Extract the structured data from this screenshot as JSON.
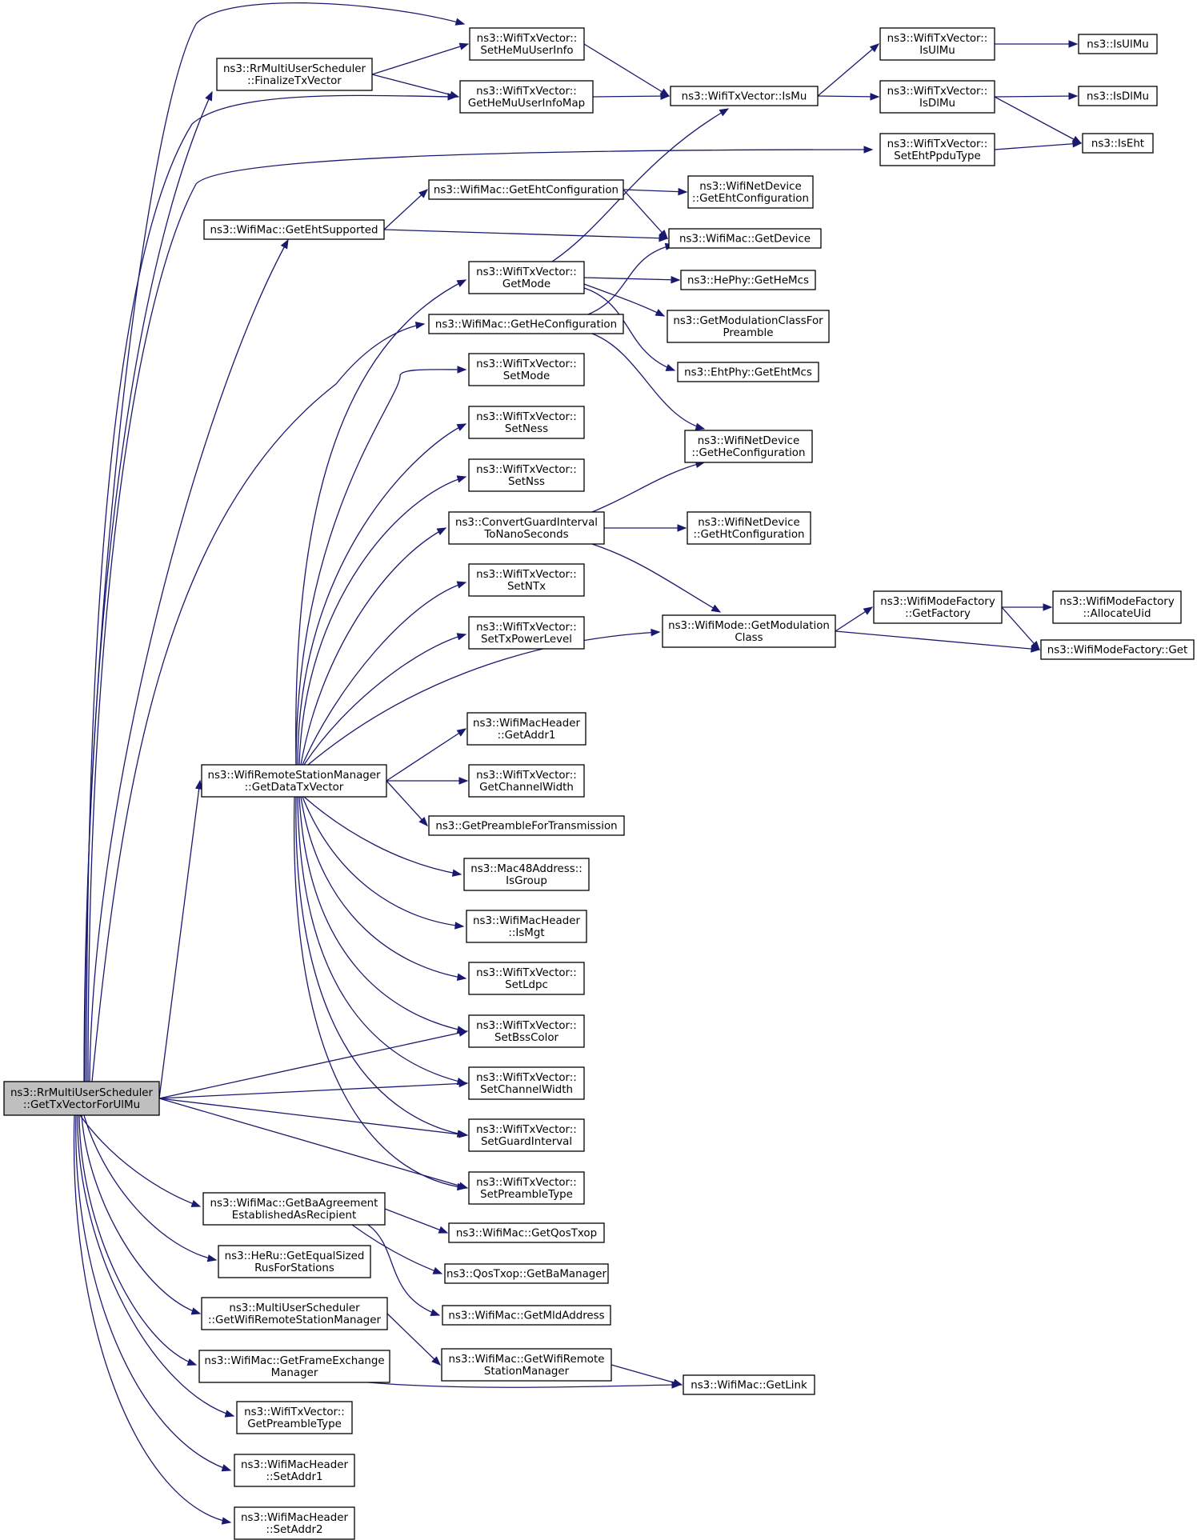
{
  "nodes": [
    {
      "id": "root",
      "lines": [
        "ns3::RrMultiUserScheduler",
        "::GetTxVectorForUlMu"
      ],
      "root": true
    },
    {
      "id": "finalize",
      "lines": [
        "ns3::RrMultiUserScheduler",
        "::FinalizeTxVector"
      ]
    },
    {
      "id": "sethemu",
      "lines": [
        "ns3::WifiTxVector::",
        "SetHeMuUserInfo"
      ]
    },
    {
      "id": "gethemumap",
      "lines": [
        "ns3::WifiTxVector::",
        "GetHeMuUserInfoMap"
      ]
    },
    {
      "id": "ismu",
      "lines": [
        "ns3::WifiTxVector::IsMu"
      ]
    },
    {
      "id": "isulmu_v",
      "lines": [
        "ns3::WifiTxVector::",
        "IsUlMu"
      ]
    },
    {
      "id": "isdlmu_v",
      "lines": [
        "ns3::WifiTxVector::",
        "IsDlMu"
      ]
    },
    {
      "id": "isulmu",
      "lines": [
        "ns3::IsUlMu"
      ]
    },
    {
      "id": "isdlmu",
      "lines": [
        "ns3::IsDlMu"
      ]
    },
    {
      "id": "seteht",
      "lines": [
        "ns3::WifiTxVector::",
        "SetEhtPpduType"
      ]
    },
    {
      "id": "iseht",
      "lines": [
        "ns3::IsEht"
      ]
    },
    {
      "id": "getehtconf",
      "lines": [
        "ns3::WifiMac::GetEhtConfiguration"
      ]
    },
    {
      "id": "netdev_eht",
      "lines": [
        "ns3::WifiNetDevice",
        "::GetEhtConfiguration"
      ]
    },
    {
      "id": "getehtsup",
      "lines": [
        "ns3::WifiMac::GetEhtSupported"
      ]
    },
    {
      "id": "getdevice",
      "lines": [
        "ns3::WifiMac::GetDevice"
      ]
    },
    {
      "id": "getmode",
      "lines": [
        "ns3::WifiTxVector::",
        "GetMode"
      ]
    },
    {
      "id": "gethemcs",
      "lines": [
        "ns3::HePhy::GetHeMcs"
      ]
    },
    {
      "id": "getheconf",
      "lines": [
        "ns3::WifiMac::GetHeConfiguration"
      ]
    },
    {
      "id": "getmodpre",
      "lines": [
        "ns3::GetModulationClassFor",
        "Preamble"
      ]
    },
    {
      "id": "getehtmcs",
      "lines": [
        "ns3::EhtPhy::GetEhtMcs"
      ]
    },
    {
      "id": "setmode",
      "lines": [
        "ns3::WifiTxVector::",
        "SetMode"
      ]
    },
    {
      "id": "setness",
      "lines": [
        "ns3::WifiTxVector::",
        "SetNess"
      ]
    },
    {
      "id": "netdev_he",
      "lines": [
        "ns3::WifiNetDevice",
        "::GetHeConfiguration"
      ]
    },
    {
      "id": "setnss",
      "lines": [
        "ns3::WifiTxVector::",
        "SetNss"
      ]
    },
    {
      "id": "convgi",
      "lines": [
        "ns3::ConvertGuardInterval",
        "ToNanoSeconds"
      ]
    },
    {
      "id": "netdev_ht",
      "lines": [
        "ns3::WifiNetDevice",
        "::GetHtConfiguration"
      ]
    },
    {
      "id": "setntx",
      "lines": [
        "ns3::WifiTxVector::",
        "SetNTx"
      ]
    },
    {
      "id": "modefactory",
      "lines": [
        "ns3::WifiModeFactory",
        "::GetFactory"
      ]
    },
    {
      "id": "allocuid",
      "lines": [
        "ns3::WifiModeFactory",
        "::AllocateUid"
      ]
    },
    {
      "id": "settxpow",
      "lines": [
        "ns3::WifiTxVector::",
        "SetTxPowerLevel"
      ]
    },
    {
      "id": "getmodclass",
      "lines": [
        "ns3::WifiMode::GetModulation",
        "Class"
      ]
    },
    {
      "id": "mfget",
      "lines": [
        "ns3::WifiModeFactory::Get"
      ]
    },
    {
      "id": "getaddr1",
      "lines": [
        "ns3::WifiMacHeader",
        "::GetAddr1"
      ]
    },
    {
      "id": "getdatatx",
      "lines": [
        "ns3::WifiRemoteStationManager",
        "::GetDataTxVector"
      ]
    },
    {
      "id": "getchw",
      "lines": [
        "ns3::WifiTxVector::",
        "GetChannelWidth"
      ]
    },
    {
      "id": "getpretx",
      "lines": [
        "ns3::GetPreambleForTransmission"
      ]
    },
    {
      "id": "isgroup",
      "lines": [
        "ns3::Mac48Address::",
        "IsGroup"
      ]
    },
    {
      "id": "ismgt",
      "lines": [
        "ns3::WifiMacHeader",
        "::IsMgt"
      ]
    },
    {
      "id": "setldpc",
      "lines": [
        "ns3::WifiTxVector::",
        "SetLdpc"
      ]
    },
    {
      "id": "setbss",
      "lines": [
        "ns3::WifiTxVector::",
        "SetBssColor"
      ]
    },
    {
      "id": "setchw",
      "lines": [
        "ns3::WifiTxVector::",
        "SetChannelWidth"
      ]
    },
    {
      "id": "setgi",
      "lines": [
        "ns3::WifiTxVector::",
        "SetGuardInterval"
      ]
    },
    {
      "id": "setpretype",
      "lines": [
        "ns3::WifiTxVector::",
        "SetPreambleType"
      ]
    },
    {
      "id": "getba",
      "lines": [
        "ns3::WifiMac::GetBaAgreement",
        "EstablishedAsRecipient"
      ]
    },
    {
      "id": "getqos",
      "lines": [
        "ns3::WifiMac::GetQosTxop"
      ]
    },
    {
      "id": "heru",
      "lines": [
        "ns3::HeRu::GetEqualSized",
        "RusForStations"
      ]
    },
    {
      "id": "getbamgr",
      "lines": [
        "ns3::QosTxop::GetBaManager"
      ]
    },
    {
      "id": "getmld",
      "lines": [
        "ns3::WifiMac::GetMldAddress"
      ]
    },
    {
      "id": "mus_getrsm",
      "lines": [
        "ns3::MultiUserScheduler",
        "::GetWifiRemoteStationManager"
      ]
    },
    {
      "id": "mac_getrsm",
      "lines": [
        "ns3::WifiMac::GetWifiRemote",
        "StationManager"
      ]
    },
    {
      "id": "getfem",
      "lines": [
        "ns3::WifiMac::GetFrameExchange",
        "Manager"
      ]
    },
    {
      "id": "getlink",
      "lines": [
        "ns3::WifiMac::GetLink"
      ]
    },
    {
      "id": "getpretype",
      "lines": [
        "ns3::WifiTxVector::",
        "GetPreambleType"
      ]
    },
    {
      "id": "setaddr1",
      "lines": [
        "ns3::WifiMacHeader",
        "::SetAddr1"
      ]
    },
    {
      "id": "setaddr2",
      "lines": [
        "ns3::WifiMacHeader",
        "::SetAddr2"
      ]
    }
  ],
  "edges": [
    [
      "root",
      "sethemu"
    ],
    [
      "root",
      "finalize"
    ],
    [
      "root",
      "gethemumap"
    ],
    [
      "root",
      "seteht"
    ],
    [
      "root",
      "getehtsup"
    ],
    [
      "root",
      "getheconf"
    ],
    [
      "root",
      "getdatatx"
    ],
    [
      "root",
      "setbss"
    ],
    [
      "root",
      "setchw"
    ],
    [
      "root",
      "setgi"
    ],
    [
      "root",
      "setpretype"
    ],
    [
      "root",
      "getba"
    ],
    [
      "root",
      "heru"
    ],
    [
      "root",
      "mus_getrsm"
    ],
    [
      "root",
      "getfem"
    ],
    [
      "root",
      "getpretype"
    ],
    [
      "root",
      "setaddr1"
    ],
    [
      "root",
      "setaddr2"
    ],
    [
      "finalize",
      "sethemu"
    ],
    [
      "finalize",
      "gethemumap"
    ],
    [
      "sethemu",
      "ismu"
    ],
    [
      "gethemumap",
      "ismu"
    ],
    [
      "ismu",
      "isulmu_v"
    ],
    [
      "ismu",
      "isdlmu_v"
    ],
    [
      "isulmu_v",
      "isulmu"
    ],
    [
      "isdlmu_v",
      "isdlmu"
    ],
    [
      "isdlmu_v",
      "iseht"
    ],
    [
      "seteht",
      "iseht"
    ],
    [
      "getehtsup",
      "getehtconf"
    ],
    [
      "getehtsup",
      "getdevice"
    ],
    [
      "getehtconf",
      "netdev_eht"
    ],
    [
      "getehtconf",
      "getdevice"
    ],
    [
      "getmode",
      "ismu"
    ],
    [
      "getmode",
      "gethemcs"
    ],
    [
      "getmode",
      "getmodpre"
    ],
    [
      "getmode",
      "getehtmcs"
    ],
    [
      "getheconf",
      "getdevice"
    ],
    [
      "getheconf",
      "netdev_he"
    ],
    [
      "convgi",
      "netdev_he"
    ],
    [
      "convgi",
      "netdev_ht"
    ],
    [
      "convgi",
      "getmodclass"
    ],
    [
      "getmodclass",
      "modefactory"
    ],
    [
      "getmodclass",
      "mfget"
    ],
    [
      "modefactory",
      "allocuid"
    ],
    [
      "modefactory",
      "mfget"
    ],
    [
      "getdatatx",
      "getmode"
    ],
    [
      "getdatatx",
      "setmode"
    ],
    [
      "getdatatx",
      "setness"
    ],
    [
      "getdatatx",
      "setnss"
    ],
    [
      "getdatatx",
      "convgi"
    ],
    [
      "getdatatx",
      "setntx"
    ],
    [
      "getdatatx",
      "settxpow"
    ],
    [
      "getdatatx",
      "getmodclass"
    ],
    [
      "getdatatx",
      "getaddr1"
    ],
    [
      "getdatatx",
      "getchw"
    ],
    [
      "getdatatx",
      "getpretx"
    ],
    [
      "getdatatx",
      "isgroup"
    ],
    [
      "getdatatx",
      "ismgt"
    ],
    [
      "getdatatx",
      "setldpc"
    ],
    [
      "getdatatx",
      "setbss"
    ],
    [
      "getdatatx",
      "setchw"
    ],
    [
      "getdatatx",
      "setgi"
    ],
    [
      "getdatatx",
      "setpretype"
    ],
    [
      "getba",
      "getqos"
    ],
    [
      "getba",
      "getbamgr"
    ],
    [
      "getba",
      "getmld"
    ],
    [
      "mus_getrsm",
      "mac_getrsm"
    ],
    [
      "mac_getrsm",
      "getlink"
    ],
    [
      "getfem",
      "getlink"
    ]
  ]
}
